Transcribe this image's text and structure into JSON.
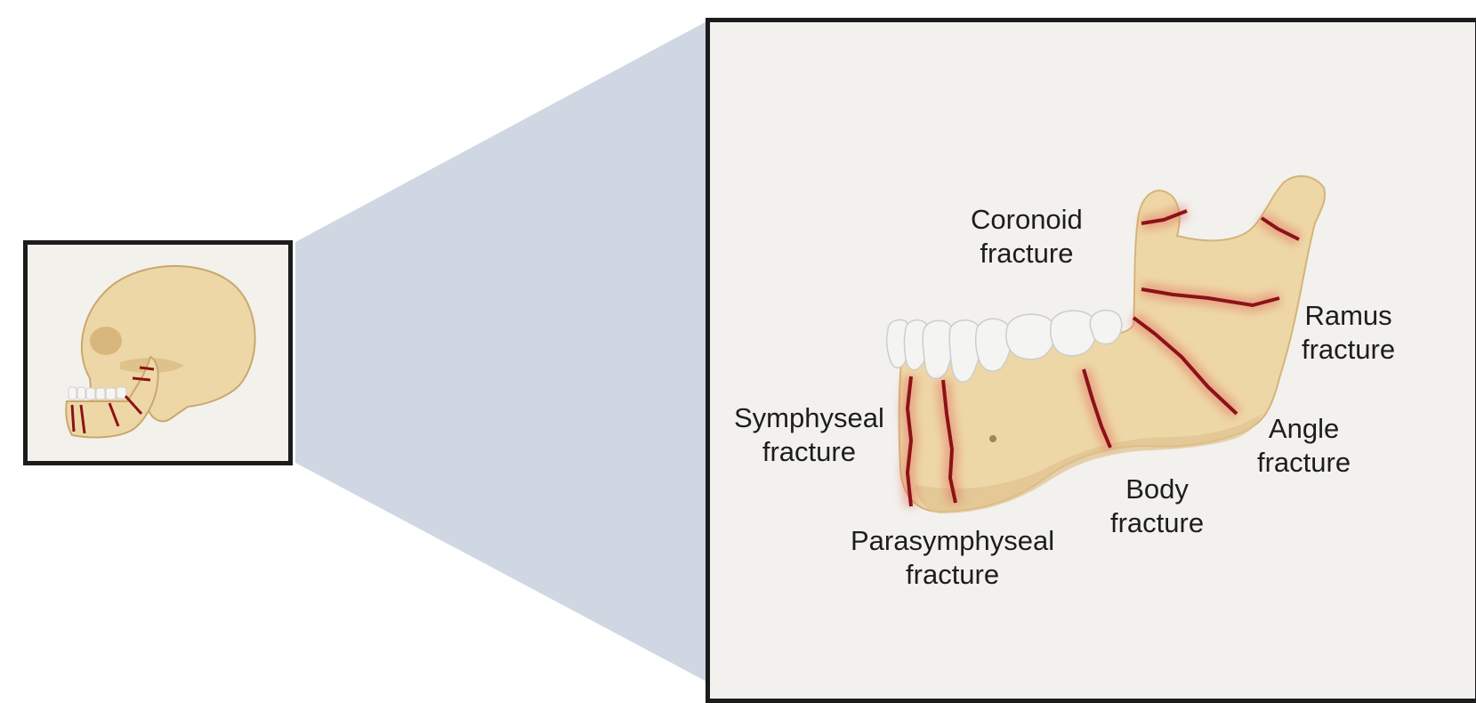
{
  "colors": {
    "bone": "#eed7a6",
    "bone_shadow": "#d8b77d",
    "tooth": "#f4f4f2",
    "fracture": "#8b1218",
    "fracture_glow": "#e06a5a",
    "frame": "#1c1c1c",
    "zoom_cone": "#cfd7e3"
  },
  "icons": {
    "overview": "skull-lateral-view-icon",
    "detail": "mandible-icon"
  },
  "labels": {
    "coronoid": {
      "line1": "Coronoid",
      "line2": "fracture"
    },
    "ramus": {
      "line1": "Ramus",
      "line2": "fracture"
    },
    "angle": {
      "line1": "Angle",
      "line2": "fracture"
    },
    "body": {
      "line1": "Body",
      "line2": "fracture"
    },
    "symphyseal": {
      "line1": "Symphyseal",
      "line2": "fracture"
    },
    "parasymphyseal": {
      "line1": "Parasymphyseal",
      "line2": "fracture"
    }
  }
}
